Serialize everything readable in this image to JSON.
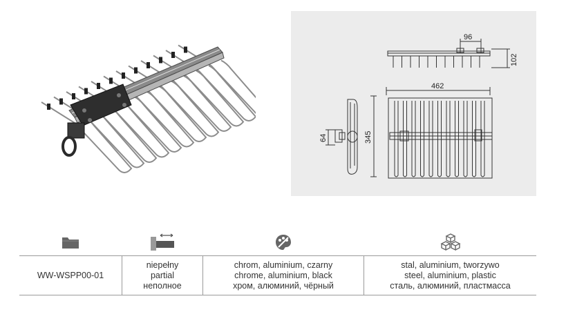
{
  "dimensions": {
    "hook_width": "96",
    "height": "102",
    "total_width": "462",
    "depth": "345",
    "bracket": "64"
  },
  "table": {
    "header_icons": [
      "folder-icon",
      "partial-extension-icon",
      "palette-icon",
      "cubes-icon"
    ],
    "code": "WW-WSPP00-01",
    "extension": [
      "niepełny",
      "partial",
      "неполное"
    ],
    "finish": [
      "chrom, aluminium, czarny",
      "chrome, aluminium, black",
      "хром, алюминий, чёрный"
    ],
    "material": [
      "stal, aluminium, tworzywo",
      "steel, aluminium, plastic",
      "сталь, алюминий, пластмасса"
    ]
  },
  "colors": {
    "icon_gray": "#666666",
    "border": "#9a9a9a",
    "panel": "#ececec"
  }
}
